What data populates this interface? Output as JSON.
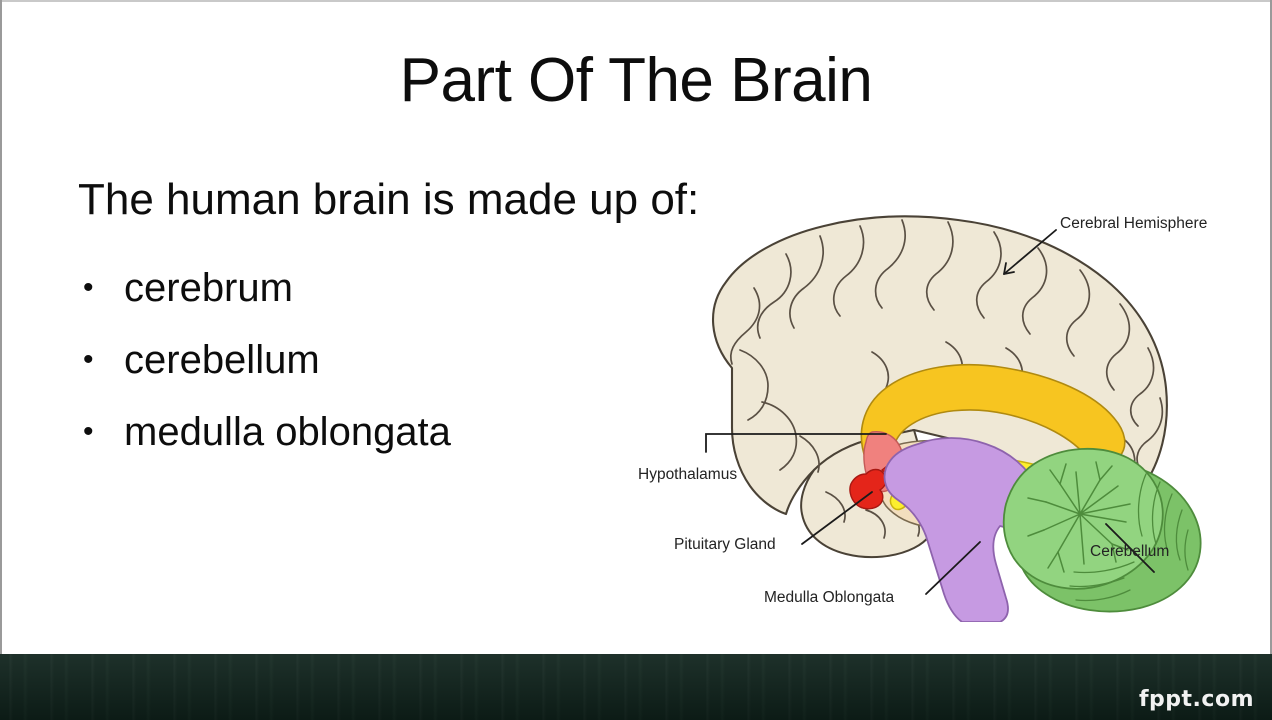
{
  "slide": {
    "title": "Part Of The Brain",
    "lead": "The human brain is made up of:",
    "bullet_marker": "•",
    "bullets": [
      {
        "label": "cerebrum"
      },
      {
        "label": "cerebellum"
      },
      {
        "label": "medulla oblongata"
      }
    ]
  },
  "diagram": {
    "name": "human-brain-sagittal-section",
    "labels": [
      {
        "id": "cerebral-hemisphere",
        "text": "Cerebral Hemisphere"
      },
      {
        "id": "cerebellum",
        "text": "Cerebellum"
      },
      {
        "id": "hypothalamus",
        "text": "Hypothalamus"
      },
      {
        "id": "pituitary-gland",
        "text": "Pituitary Gland"
      },
      {
        "id": "medulla-oblongata",
        "text": "Medulla Oblongata"
      }
    ],
    "colors": {
      "cerebrum_fill": "#EFE8D6",
      "cerebrum_stroke": "#4a4236",
      "corpus_callosum": "#F7C520",
      "fornix": "#FCEE2E",
      "midbrain_inner": "#F3DEBE",
      "brainstem_purple": "#C69AE2",
      "cerebellum_green": "#92D480",
      "cerebellum_dark_green": "#7CC268",
      "hypothalamus_salmon": "#F0817E",
      "pituitary_red": "#E4251A",
      "label_text": "#232323",
      "leader_line": "#1b1b1b"
    }
  },
  "footer": {
    "watermark": "fppt.com"
  }
}
